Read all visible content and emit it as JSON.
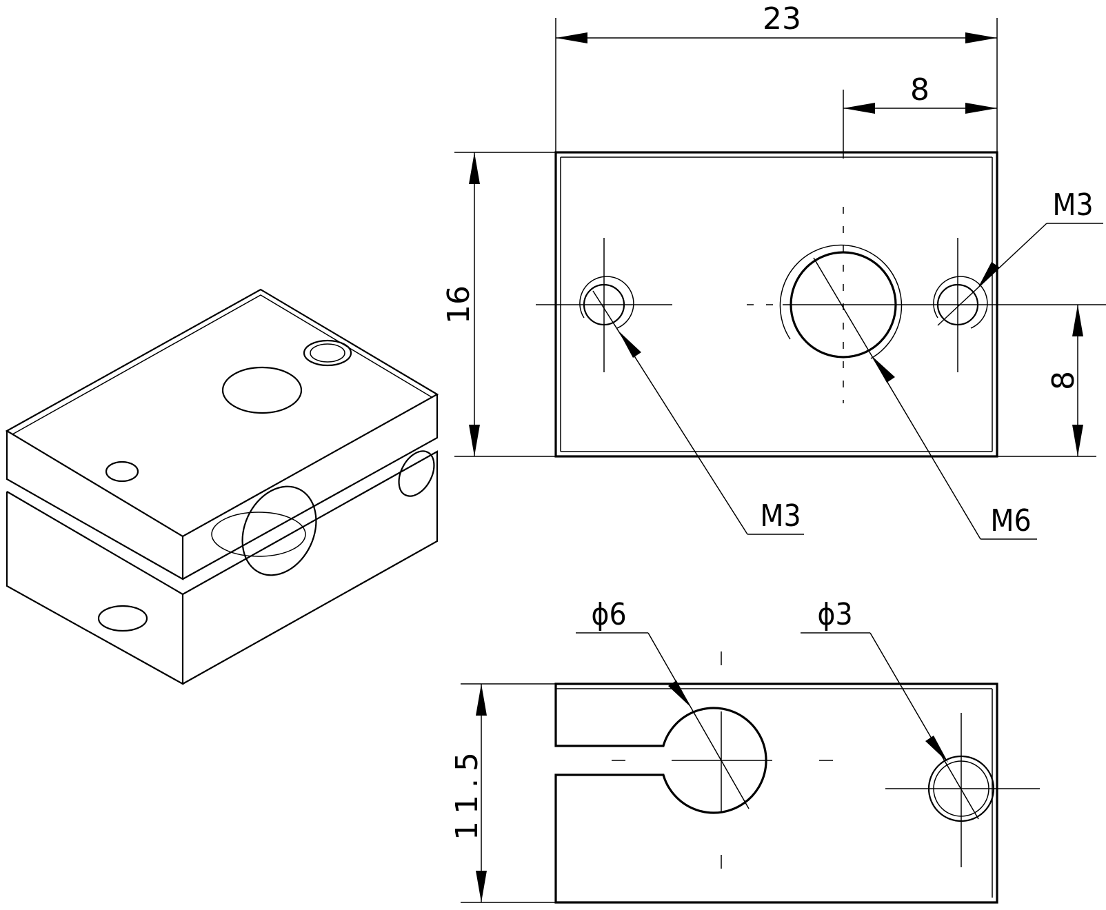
{
  "top_view": {
    "width_dim": "23",
    "offset_dim": "8",
    "height_dim": "16",
    "center_height_dim": "8",
    "callout_m3_right": "M3",
    "callout_m3_left": "M3",
    "callout_m6": "M6"
  },
  "side_view": {
    "height_dim": "11.5",
    "callout_d6": "ϕ6",
    "callout_d3": "ϕ3"
  },
  "colors": {
    "line": "#000000",
    "background": "#ffffff"
  }
}
